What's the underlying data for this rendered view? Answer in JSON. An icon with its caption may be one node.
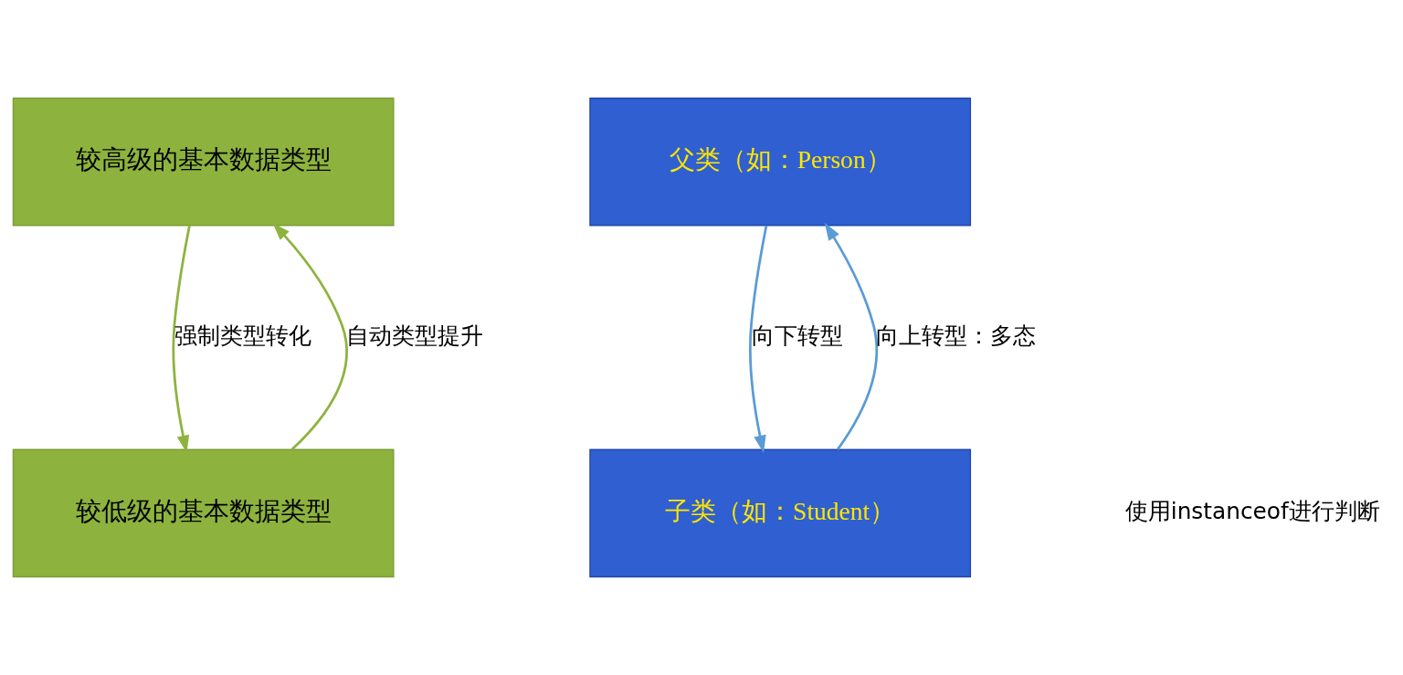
{
  "diagram": {
    "nodes": [
      {
        "text": [
          "较高级的基本数据类型"
        ]
      },
      {
        "text": [
          "较低级的基本数据类型"
        ]
      },
      {
        "text": [
          "父类（如：Person）"
        ]
      },
      {
        "text": [
          "子类（如：Student）"
        ]
      }
    ],
    "edges": [
      {
        "from": 0,
        "to": 1,
        "arrow": "to",
        "label": "强制类型转化",
        "color": "#8db33e"
      },
      {
        "from": 1,
        "to": 0,
        "arrow": "to",
        "label": "自动类型提升",
        "color": "#8db33e"
      },
      {
        "from": 2,
        "to": 3,
        "arrow": "to",
        "label": "向下转型",
        "color": "#5b9bd5"
      },
      {
        "from": 3,
        "to": 2,
        "arrow": "to",
        "label": "向上转型：多态",
        "color": "#5b9bd5"
      }
    ],
    "labels": [
      "使用instanceof进行判断"
    ]
  }
}
